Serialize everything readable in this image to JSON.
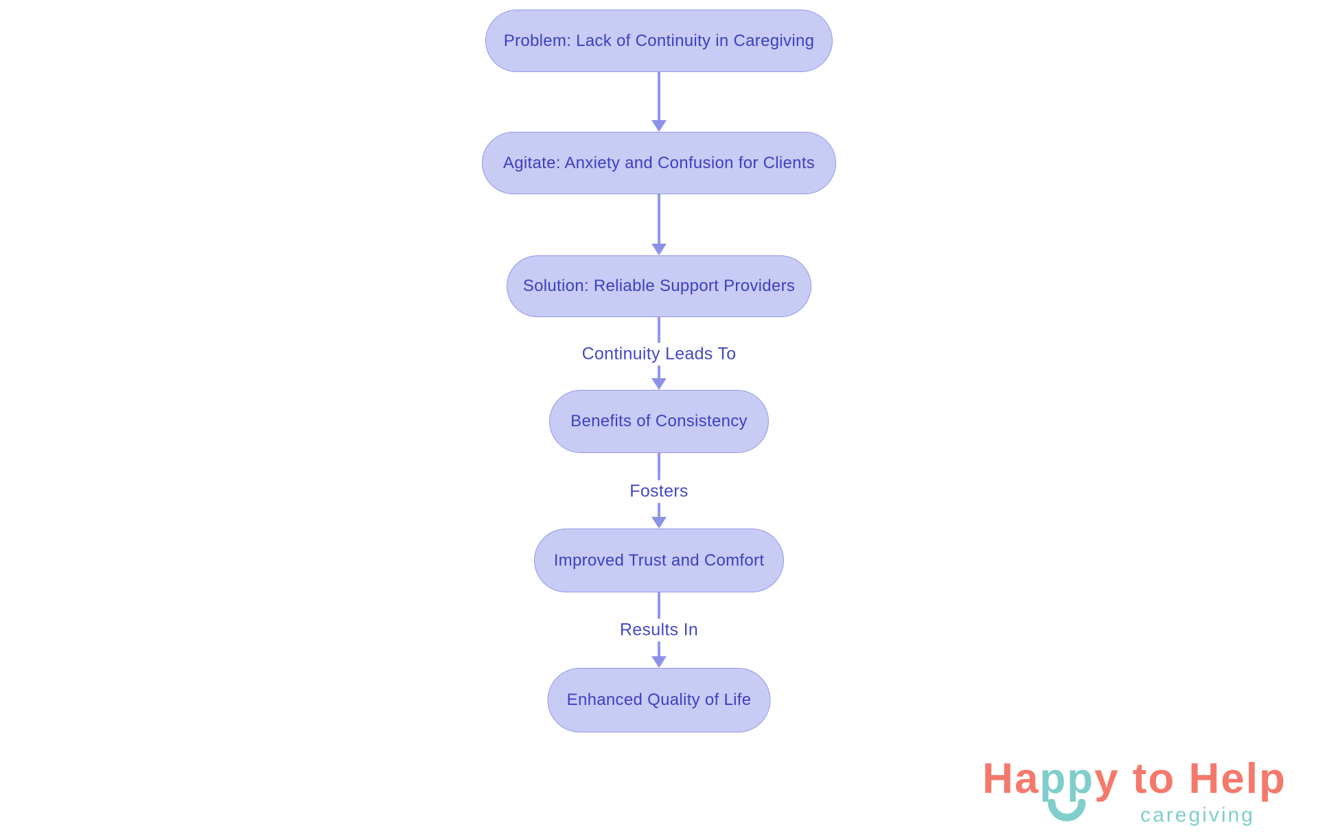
{
  "flowchart": {
    "nodes": [
      {
        "id": "problem",
        "label": "Problem: Lack of Continuity in Caregiving"
      },
      {
        "id": "agitate",
        "label": "Agitate: Anxiety and Confusion for Clients"
      },
      {
        "id": "solution",
        "label": "Solution: Reliable Support Providers"
      },
      {
        "id": "benefits",
        "label": "Benefits of Consistency"
      },
      {
        "id": "trust",
        "label": "Improved Trust and Comfort"
      },
      {
        "id": "quality",
        "label": "Enhanced Quality of Life"
      }
    ],
    "edges": [
      {
        "from": "problem",
        "to": "agitate",
        "label": ""
      },
      {
        "from": "agitate",
        "to": "solution",
        "label": ""
      },
      {
        "from": "solution",
        "to": "benefits",
        "label": "Continuity Leads To"
      },
      {
        "from": "benefits",
        "to": "trust",
        "label": "Fosters"
      },
      {
        "from": "trust",
        "to": "quality",
        "label": "Results In"
      }
    ],
    "colors": {
      "node_fill": "#c8cbf4",
      "node_border": "#9197e9",
      "node_text": "#3c40c3",
      "edge_line": "#9298ec",
      "arrowhead": "#8c92e8",
      "edge_label_text": "#4448c6",
      "background": "#ffffff"
    }
  },
  "logo": {
    "title_segments": [
      {
        "text": "Ha",
        "color": "#f4796b"
      },
      {
        "text": "pp",
        "color": "#7fcecb"
      },
      {
        "text": "y to Help",
        "color": "#f4796b"
      }
    ],
    "subtitle": "caregiving",
    "smile_icon": "smile-arc",
    "colors": {
      "coral": "#f4796b",
      "teal": "#7fcecb"
    }
  }
}
